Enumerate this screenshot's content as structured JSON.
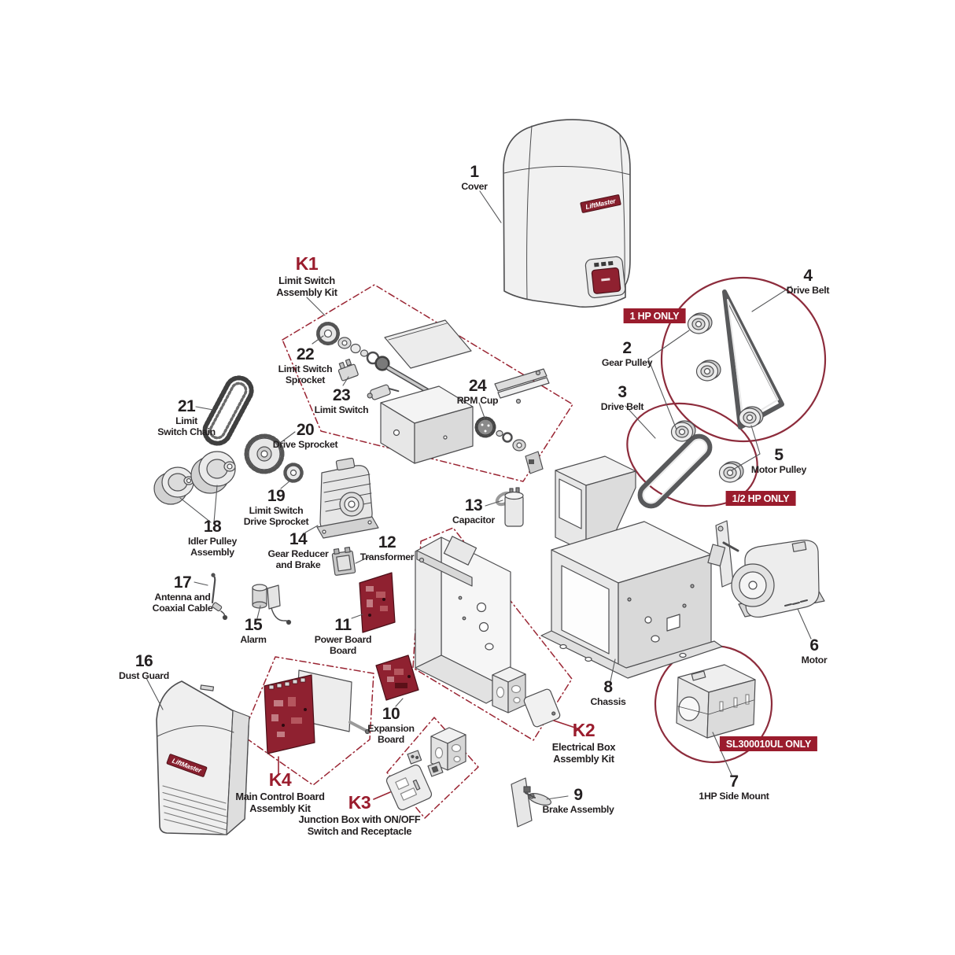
{
  "brand": "LiftMaster",
  "parts": {
    "p1": {
      "num": "1",
      "label": "Cover"
    },
    "p2": {
      "num": "2",
      "label": "Gear Pulley"
    },
    "p3": {
      "num": "3",
      "label": "Drive Belt"
    },
    "p4": {
      "num": "4",
      "label": "Drive Belt"
    },
    "p5": {
      "num": "5",
      "label": "Motor Pulley"
    },
    "p6": {
      "num": "6",
      "label": "Motor"
    },
    "p7": {
      "num": "7",
      "label": "1HP Side Mount"
    },
    "p8": {
      "num": "8",
      "label": "Chassis"
    },
    "p9": {
      "num": "9",
      "label": "Brake Assembly"
    },
    "p10": {
      "num": "10",
      "label": "Expansion\nBoard"
    },
    "p11": {
      "num": "11",
      "label": "Power Board\nBoard"
    },
    "p12": {
      "num": "12",
      "label": "Transformer"
    },
    "p13": {
      "num": "13",
      "label": "Capacitor"
    },
    "p14": {
      "num": "14",
      "label": "Gear Reducer\nand Brake"
    },
    "p15": {
      "num": "15",
      "label": "Alarm"
    },
    "p16": {
      "num": "16",
      "label": "Dust Guard"
    },
    "p17": {
      "num": "17",
      "label": "Antenna and\nCoaxial Cable"
    },
    "p18": {
      "num": "18",
      "label": "Idler Pulley\nAssembly"
    },
    "p19": {
      "num": "19",
      "label": "Limit Switch\nDrive Sprocket"
    },
    "p20": {
      "num": "20",
      "label": "Drive Sprocket"
    },
    "p21": {
      "num": "21",
      "label": "Limit\nSwitch Chain"
    },
    "p22": {
      "num": "22",
      "label": "Limit Switch\nSprocket"
    },
    "p23": {
      "num": "23",
      "label": "Limit Switch"
    },
    "p24": {
      "num": "24",
      "label": "RPM Cup"
    }
  },
  "kits": {
    "k1": {
      "id": "K1",
      "label": "Limit Switch\nAssembly Kit"
    },
    "k2": {
      "id": "K2",
      "label": "Electrical Box\nAssembly Kit"
    },
    "k3": {
      "id": "K3",
      "label": "Junction Box with ON/OFF\nSwitch  and Receptacle"
    },
    "k4": {
      "id": "K4",
      "label": "Main Control Board\nAssembly Kit"
    }
  },
  "badges": {
    "hp1": {
      "text": "1 HP ONLY"
    },
    "half": {
      "text": "1/2 HP ONLY"
    },
    "sl": {
      "text": "SL300010UL ONLY"
    }
  },
  "colors": {
    "accent": "#9a1c2d",
    "pcb": "#8f2130",
    "line": "#4d4d4f",
    "circle": "#8d2c3c"
  }
}
